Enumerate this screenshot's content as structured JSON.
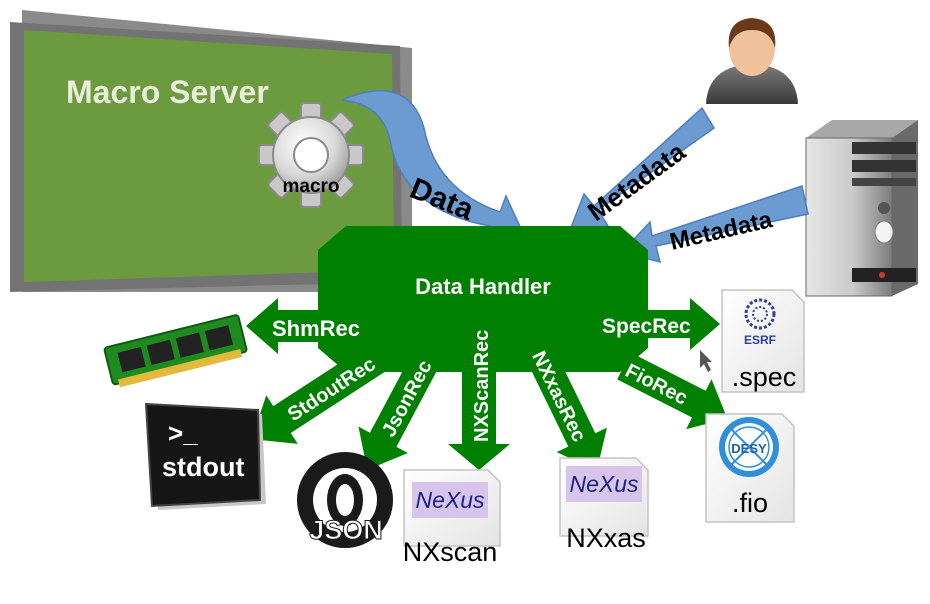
{
  "macro_server": {
    "title": "Macro Server",
    "gear_label": "macro"
  },
  "hub": {
    "label": "Data Handler",
    "color": "#008000"
  },
  "inputs": {
    "data": "Data",
    "metadata_user": "Metadata",
    "metadata_computer": "Metadata"
  },
  "recorders": {
    "shm": "ShmRec",
    "stdout": "StdoutRec",
    "json": "JsonRec",
    "nxscan": "NXScanRec",
    "nxxas": "NXxasRec",
    "spec": "SpecRec",
    "fio": "FioRec"
  },
  "outputs": {
    "stdout_icon": "stdout",
    "prompt": ">_",
    "json": "JSON",
    "nexus_logo": "NeXus",
    "nexus_logo_2": "NeXus",
    "nxscan": "NXscan",
    "nxxas": "NXxas",
    "spec": ".spec",
    "fio": ".fio",
    "esrf_logo": "ESRF",
    "desy_logo": "DESY"
  },
  "colors": {
    "panel_green": "#6c9a3e",
    "panel_frame": "#737373",
    "arrow_blue": "#6c9bd2",
    "hub_green": "#008000"
  }
}
